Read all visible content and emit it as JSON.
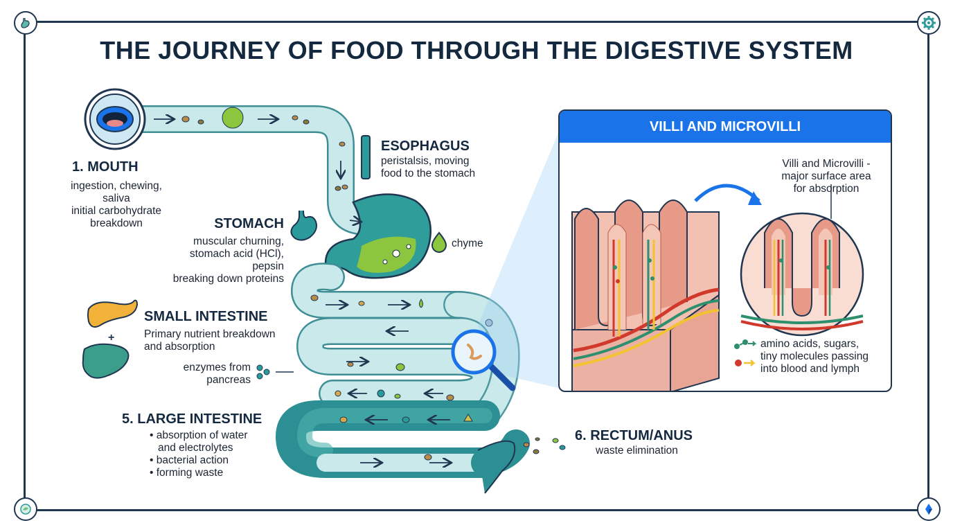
{
  "title": "THE JOURNEY OF FOOD THROUGH THE DIGESTIVE SYSTEM",
  "mouth": {
    "heading": "1. MOUTH",
    "lines": [
      "ingestion, chewing,",
      "saliva",
      "initial carbohydrate",
      "breakdown"
    ]
  },
  "esophagus": {
    "heading": "ESOPHAGUS",
    "lines": [
      "peristalsis, moving",
      "food to the stomach"
    ]
  },
  "stomach": {
    "heading": "STOMACH",
    "lines": [
      "muscular churning,",
      "stomach acid (HCl),",
      "pepsin",
      "breaking down proteins"
    ]
  },
  "chyme_label": "chyme",
  "small_intestine": {
    "heading": "SMALL INTESTINE",
    "lines": [
      "Primary nutrient breakdown",
      "and absorption"
    ]
  },
  "enzymes_label": [
    "enzymes from",
    "pancreas"
  ],
  "large_intestine": {
    "heading": "5. LARGE INTESTINE",
    "items": [
      "absorption of water",
      "and electrolytes",
      "bacterial action",
      "forming waste"
    ]
  },
  "rectum": {
    "heading": "6. RECTUM/ANUS",
    "lines": [
      "waste elimination"
    ]
  },
  "villi_panel": {
    "header": "VILLI AND MICROVILLI",
    "callout": [
      "Villi and Microvilli -",
      "major surface area",
      "for absorption"
    ],
    "legend": [
      "amino acids, sugars,",
      "tiny molecules passing",
      "into blood and lymph"
    ]
  },
  "colors": {
    "frame": "#1f3550",
    "tube": "#c9e9ea",
    "tube_edge": "#3f8e96",
    "teal": "#2b9a9a",
    "chyme": "#8cc63f",
    "panel_header": "#1a73e8",
    "villi": "#e79a88",
    "blood": "#d0392b",
    "lymph": "#f2c230",
    "vein": "#2e8f6f"
  },
  "icons": [
    "stomach-corner-icon",
    "gear-icon",
    "leaf-icon",
    "compass-icon",
    "mouth-icon",
    "pancreas-icon",
    "liver-icon",
    "magnifier-icon"
  ]
}
